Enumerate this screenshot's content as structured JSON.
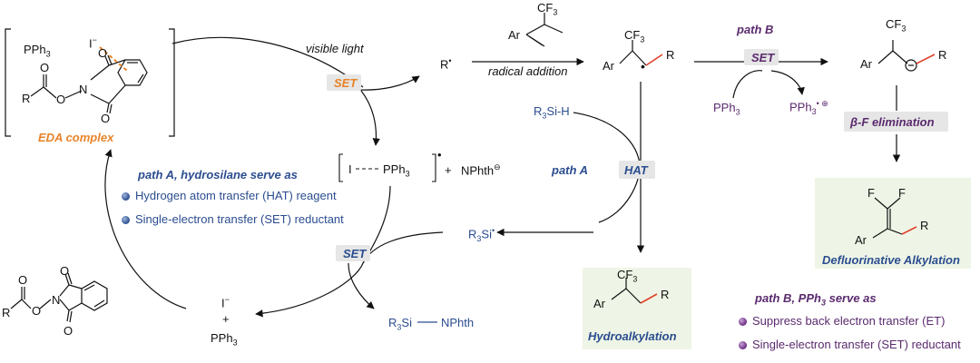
{
  "labels": {
    "pph3_top": "PPh",
    "iodide_top": "I",
    "iodide_top_charge": "−",
    "o_top1": "O",
    "o_top2": "O",
    "o_top3": "O",
    "n_top": "N",
    "r_top": "R",
    "o_ester_top": "O",
    "eda_complex": "EDA complex",
    "visible_light": "visible light",
    "set_1": "SET",
    "r_radical": "R",
    "ar_alkene": "Ar",
    "cf3_alkene": "CF",
    "radical_addition": "radical addition",
    "cf3_radical": "CF",
    "ar_radical": "Ar",
    "r_radical_chain": "R",
    "path_b_title": "path B",
    "set_2": "SET",
    "pph3_b_left": "PPh",
    "pph3_b_right": "PPh",
    "cf3_anion": "CF",
    "ar_anion": "Ar",
    "r_anion": "R",
    "beta_f": "β-F elimination",
    "r3sih": "R",
    "r3sih_rest": "Si-H",
    "radical_cation_i": "I",
    "radical_cation_pph3": "PPh",
    "plus": "+",
    "nphth": "NPhth",
    "path_a_hydrosilane": "path A, hydrosilane serve as",
    "bullet_hat": "Hydrogen atom transfer (HAT) reagent",
    "bullet_set": "Single-electron transfer (SET) reductant",
    "path_a": "path A",
    "hat": "HAT",
    "f_left": "F",
    "f_right": "F",
    "ar_defluor": "Ar",
    "r_defluor": "R",
    "defluor_label": "Defluorinative Alkylation",
    "r3si_radical": "R",
    "r3si_rest": "Si",
    "set_3": "SET",
    "cf3_hydro": "CF",
    "ar_hydro": "Ar",
    "r_hydro": "R",
    "hydroalkylation": "Hydroalkylation",
    "iodide_bottom": "I",
    "iodide_bottom_charge": "−",
    "plus_bottom": "+",
    "pph3_bottom": "PPh",
    "r3si_nphth": "R",
    "r3si_nphth_rest": "Si",
    "nphth_bottom": "NPhth",
    "path_b_pph3": "path B, PPh",
    "path_b_pph3_rest": "serve as",
    "bullet_suppress": "Suppress back electron transfer (ET)",
    "bullet_set_b": "Single-electron transfer (SET) reductant",
    "o_bot1": "O",
    "o_bot2": "O",
    "o_bot3": "O",
    "o_bot4": "O",
    "n_bot": "N",
    "r_bot": "R",
    "sub3": "3"
  },
  "colors": {
    "orange": "#e8832a",
    "blue": "#2b4d8f",
    "purple": "#5a2a6e",
    "red_bond": "#e0402a",
    "highlight_green": "#eef5e6",
    "pill_gray": "#e6e6e6"
  }
}
